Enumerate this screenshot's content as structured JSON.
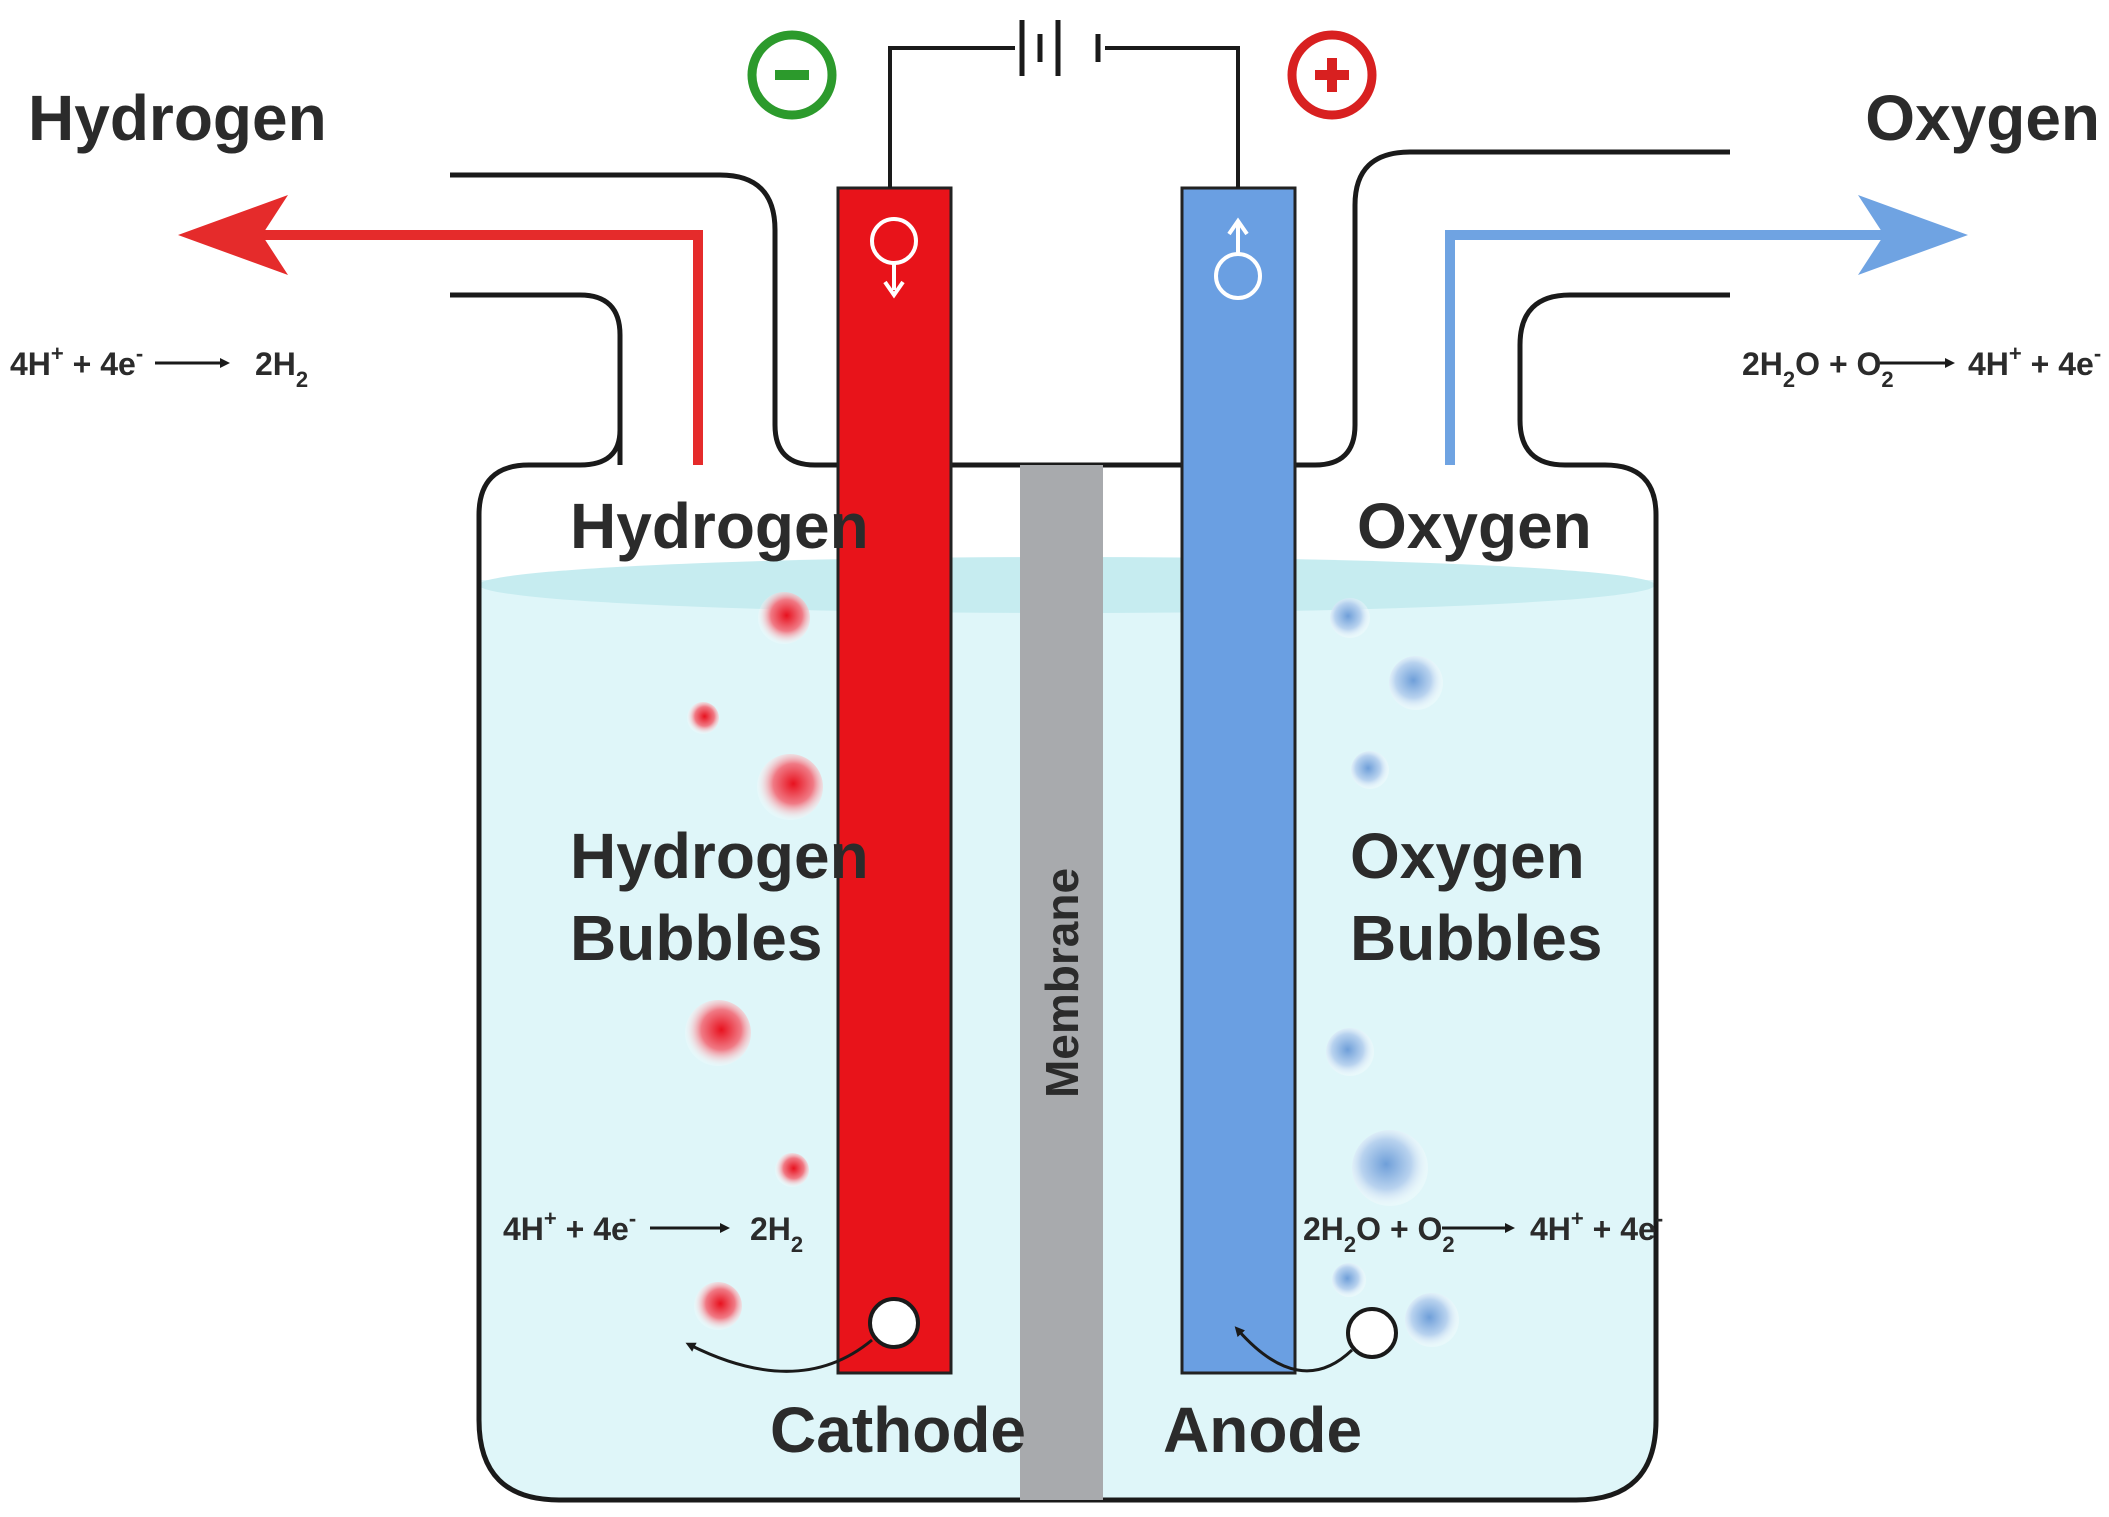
{
  "outside": {
    "hydrogen_label": "Hydrogen",
    "oxygen_label": "Oxygen",
    "cathode_equation": {
      "lhs": "4H",
      "lhs_sup": "+",
      "mid": " + 4e",
      "mid_sup": "-",
      "rhs": "2H",
      "rhs_sub": "2"
    },
    "anode_equation": {
      "a": "2H",
      "a_sub": "2",
      "b": "O + O",
      "b_sub": "2",
      "rhs": "4H",
      "rhs_sup": "+",
      "rhs2": " + 4e",
      "rhs2_sup": "-"
    }
  },
  "inside": {
    "hydrogen_gas_label": "Hydrogen",
    "oxygen_gas_label": "Oxygen",
    "hydrogen_bubbles_line1": "Hydrogen",
    "hydrogen_bubbles_line2": "Bubbles",
    "oxygen_bubbles_line1": "Oxygen",
    "oxygen_bubbles_line2": "Bubbles",
    "membrane_label": "Membrane",
    "cathode_label": "Cathode",
    "anode_label": "Anode"
  },
  "terminals": {
    "negative": "−",
    "positive": "+"
  },
  "colors": {
    "cathode": "#e8131a",
    "anode": "#6a9fe2",
    "membrane": "#a8aaad",
    "water": "#dff6f9",
    "hydrogen_arrow": "#e52b2b",
    "oxygen_arrow": "#6fa3e2",
    "negative_terminal": "#2c9a2c",
    "positive_terminal": "#d82020"
  },
  "icons": [
    "battery-icon",
    "minus-terminal-icon",
    "plus-terminal-icon",
    "female-symbol-icon",
    "male-symbol-icon"
  ]
}
